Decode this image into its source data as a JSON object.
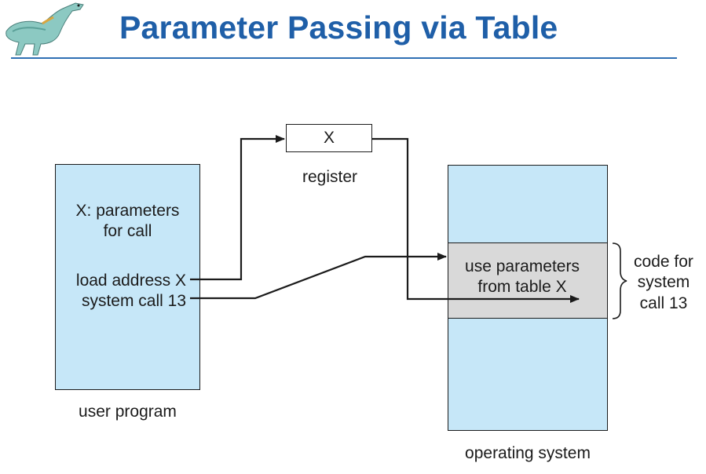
{
  "title": "Parameter Passing via Table",
  "register": {
    "value": "X",
    "label": "register"
  },
  "user_program": {
    "line1": "X: parameters",
    "line2": "for call",
    "line3": "load address X",
    "line4": "system call 13",
    "label": "user program"
  },
  "operating_system": {
    "code_line1": "use parameters",
    "code_line2": "from table X",
    "brace_line1": "code for",
    "brace_line2": "system",
    "brace_line3": "call 13",
    "label": "operating system"
  },
  "colors": {
    "title": "#1f5fa8",
    "box_fill": "#c6e7f8",
    "code_fill": "#d9d9d9",
    "rule": "#2f6fb4"
  }
}
